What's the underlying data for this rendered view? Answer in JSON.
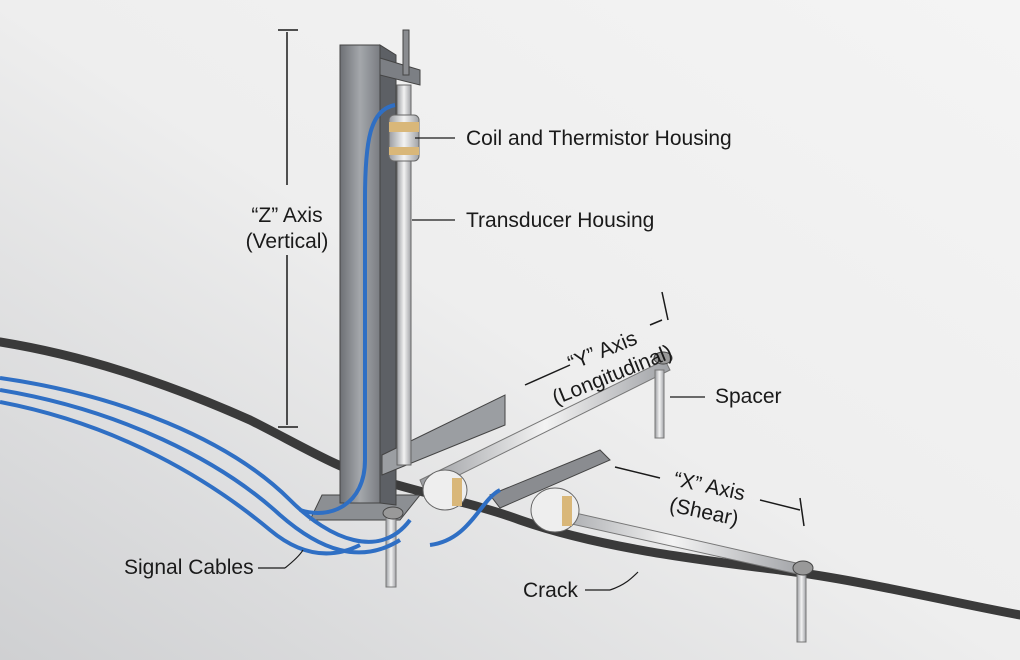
{
  "diagram": {
    "labels": {
      "z_axis_line1": "“Z” Axis",
      "z_axis_line2": "(Vertical)",
      "coil": "Coil and Thermistor Housing",
      "transducer": "Transducer Housing",
      "y_axis_line1": "“Y” Axis",
      "y_axis_line2": "(Longitudinal)",
      "spacer": "Spacer",
      "x_axis_line1": "“X” Axis",
      "x_axis_line2": "(Shear)",
      "signal_cables": "Signal Cables",
      "crack": "Crack"
    },
    "colors": {
      "cable": "#2f6fc4",
      "steel": "#8a8d92",
      "coil_band": "#d9b779",
      "crack": "#3a3a3a"
    }
  }
}
